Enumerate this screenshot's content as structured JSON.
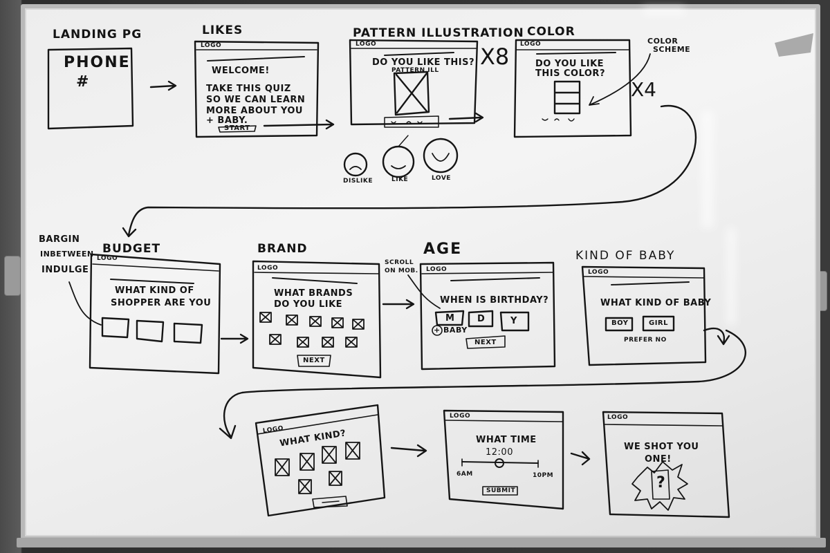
{
  "board": {
    "screens": {
      "landing": {
        "title": "LANDING PG",
        "body_line1": "PHONE",
        "body_line2": "#"
      },
      "likes": {
        "title": "LIKES",
        "logo": "LOGO",
        "welcome": "WELCOME!",
        "line1": "TAKE THIS QUIZ",
        "line2": "SO WE CAN LEARN",
        "line3": "MORE ABOUT YOU",
        "line4": "+ BABY.",
        "button": "START"
      },
      "pattern": {
        "title": "PATTERN ILLUSTRATION",
        "logo": "LOGO",
        "question": "DO YOU LIKE THIS?",
        "image_label": "PATTERN ILL",
        "multiplier": "X8"
      },
      "color": {
        "title": "COLOR",
        "logo": "LOGO",
        "question_line1": "DO YOU LIKE",
        "question_line2": "THIS COLOR?",
        "multiplier": "X4",
        "annotation_line1": "COLOR",
        "annotation_line2": "SCHEME"
      },
      "budget": {
        "title": "BUDGET",
        "logo": "LOGO",
        "question_line1": "WHAT KIND OF",
        "question_line2": "SHOPPER ARE YOU",
        "annotation_line1": "BARGIN",
        "annotation_line2": "INBETWEEN",
        "annotation_line3": "INDULGE"
      },
      "brand": {
        "title": "BRAND",
        "logo": "LOGO",
        "question_line1": "WHAT BRANDS",
        "question_line2": "DO YOU LIKE",
        "button": "NEXT"
      },
      "age": {
        "title": "AGE",
        "logo": "LOGO",
        "question": "WHEN IS BIRTHDAY?",
        "field_m": "M",
        "field_d": "D",
        "field_y": "Y",
        "add_baby": "+ BABY",
        "button": "NEXT",
        "annotation_line1": "SCROLL",
        "annotation_line2": "ON MOB."
      },
      "kind_of_baby": {
        "title": "KIND OF BABY",
        "logo": "LOGO",
        "question": "WHAT KIND OF BABY",
        "option_boy": "BOY",
        "option_girl": "GIRL",
        "option_prefer_no": "PREFER NO"
      },
      "what_kind": {
        "logo": "LOGO",
        "question": "WHAT KIND?"
      },
      "what_time": {
        "logo": "LOGO",
        "question": "WHAT TIME",
        "time_value": "12:00",
        "range_min": "6AM",
        "range_max": "10PM",
        "button": "SUBMIT"
      },
      "result": {
        "logo": "LOGO",
        "message_line1": "WE SHOT YOU",
        "message_line2": "ONE!"
      }
    },
    "reactions": {
      "dislike": "DISLIKE",
      "like": "LIKE",
      "love": "LOVE"
    }
  }
}
